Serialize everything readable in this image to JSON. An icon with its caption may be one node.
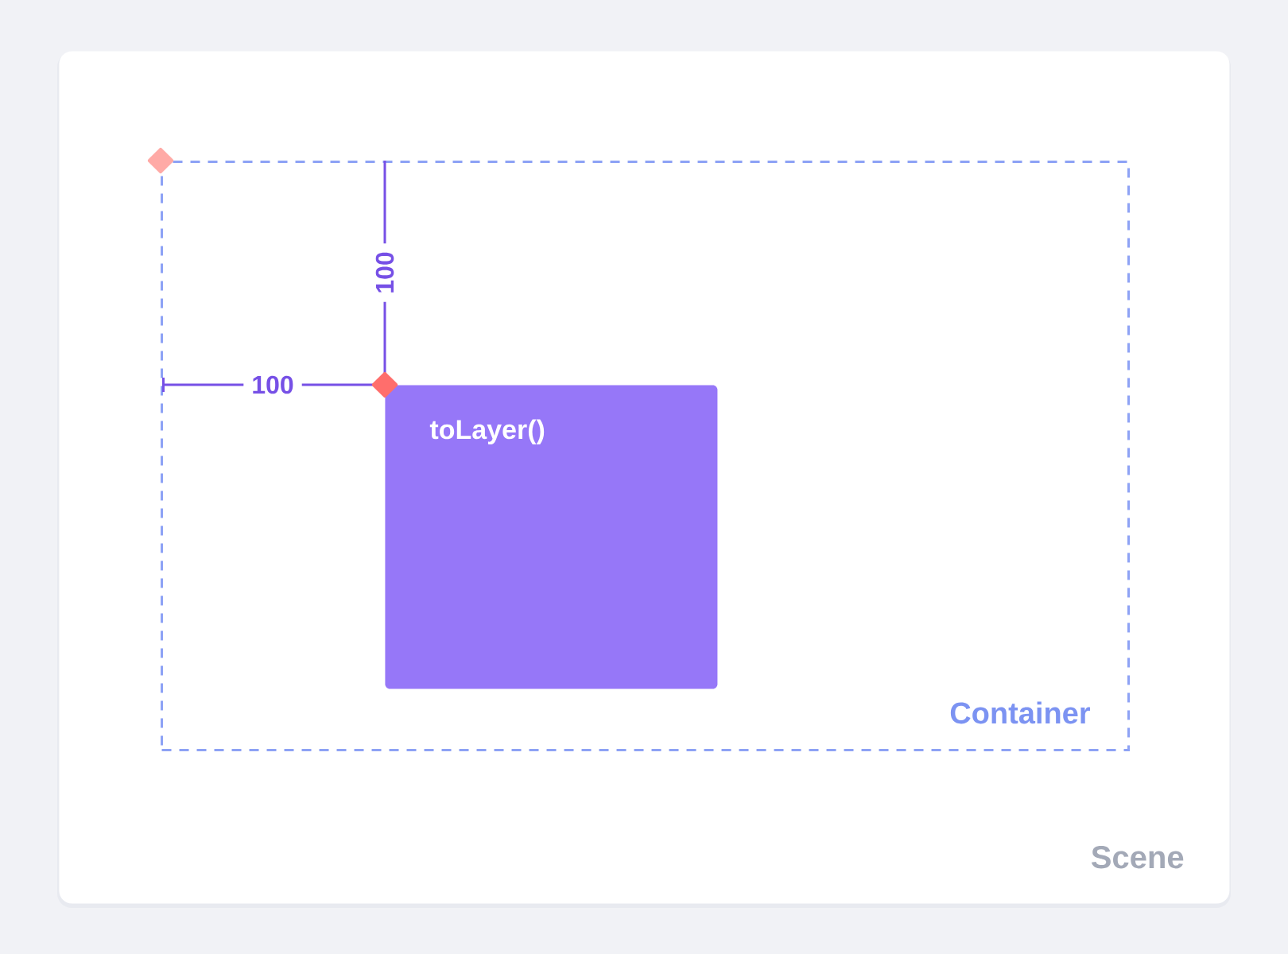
{
  "diagram": {
    "nodes": [
      {
        "text": [
          "Scene"
        ]
      },
      {
        "text": [
          "Container"
        ],
        "in": 0
      },
      {
        "text": [
          "toLayer()"
        ],
        "in": 1
      }
    ],
    "labels": [
      "100",
      "100"
    ]
  }
}
